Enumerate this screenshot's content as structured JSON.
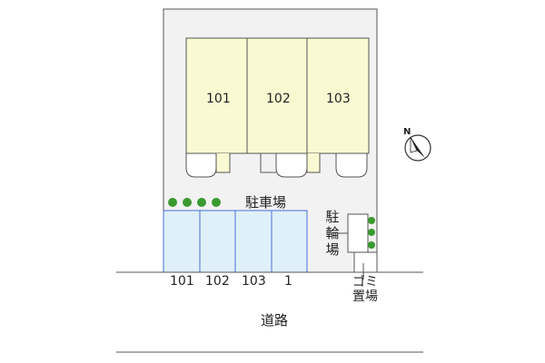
{
  "units": [
    "101",
    "102",
    "103"
  ],
  "parking_lot_label": "駐車場",
  "parking_spaces": [
    "101",
    "102",
    "103",
    "1"
  ],
  "bicycle_parking_label": "駐輪場",
  "garbage_area_label": "ゴミ置場",
  "road_label": "道路",
  "compass_label": "N",
  "colors": {
    "site": "#f2f2f2",
    "unit_fill": "#fafad2",
    "parking_fill": "#dff0fa",
    "parking_stroke": "#4a6fd6",
    "tree": "#3a9a2f",
    "outline": "#555555"
  }
}
